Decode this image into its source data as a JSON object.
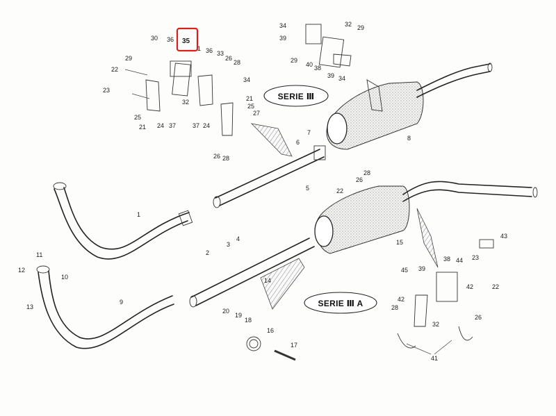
{
  "diagram": {
    "series_labels": {
      "serie_3": "SERIE Ⅲ",
      "serie_3a": "SERIE Ⅲ A"
    },
    "highlighted_part": "35",
    "highlight_color": "#d62020",
    "callouts": {
      "c30": "30",
      "c36a": "36",
      "c35": "35",
      "c1a": "1",
      "c36b": "36",
      "c33": "33",
      "c26a": "26",
      "c28a": "28",
      "c29a": "29",
      "c22a": "22",
      "c34a": "34",
      "c23a": "23",
      "c25": "25",
      "c32a": "32",
      "c21a": "21",
      "c25b": "25",
      "c27": "27",
      "c21b": "21",
      "c24a": "24",
      "c37a": "37",
      "c37b": "37",
      "c24b": "24",
      "c26b": "26",
      "c28b": "28",
      "c34b": "34",
      "c39a": "39",
      "c32b": "32",
      "c29b": "29",
      "c29c": "29",
      "c40": "40",
      "c38a": "38",
      "c39b": "39",
      "c34c": "34",
      "c7": "7",
      "c6": "6",
      "c8": "8",
      "c5": "5",
      "c28c": "28",
      "c26c": "26",
      "c22b": "22",
      "c1b": "1",
      "c2": "2",
      "c3": "3",
      "c4": "4",
      "c15": "15",
      "c43": "43",
      "c11": "11",
      "c12": "12",
      "c10": "10",
      "c13": "13",
      "c14": "14",
      "c45": "45",
      "c39c": "39",
      "c38b": "38",
      "c44": "44",
      "c23b": "23",
      "c42a": "42",
      "c42b": "42",
      "c22c": "22",
      "c9": "9",
      "c20": "20",
      "c19": "19",
      "c18": "18",
      "c28d": "28",
      "c32c": "32",
      "c26d": "26",
      "c16": "16",
      "c17": "17",
      "c41": "41"
    }
  }
}
